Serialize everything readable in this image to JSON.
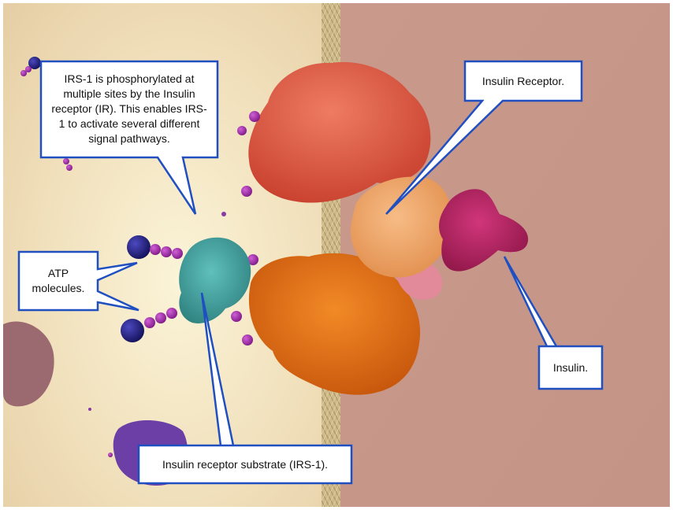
{
  "colors": {
    "cytoplasm": "#f3e6c6",
    "extracellular": "#c8998a",
    "membrane": "#cdb98a",
    "callout_border": "#1f4fc0",
    "atp_sphere": "#1d1b7e",
    "phosphate": "#a02aa8",
    "irs1": "#3fa3a0",
    "receptor_upper": "#e05c45",
    "receptor_lower": "#e06a10",
    "receptor_binding": "#f2a466",
    "insulin": "#b3205e"
  },
  "callouts": {
    "irs1_phosphorylation": "IRS-1 is phosphorylated at multiple sites by the Insulin receptor (IR). This enables IRS-1 to activate several different signal pathways.",
    "insulin_receptor": "Insulin Receptor.",
    "atp": "ATP molecules.",
    "insulin": "Insulin.",
    "irs1_label": "Insulin receptor substrate (IRS-1)."
  }
}
